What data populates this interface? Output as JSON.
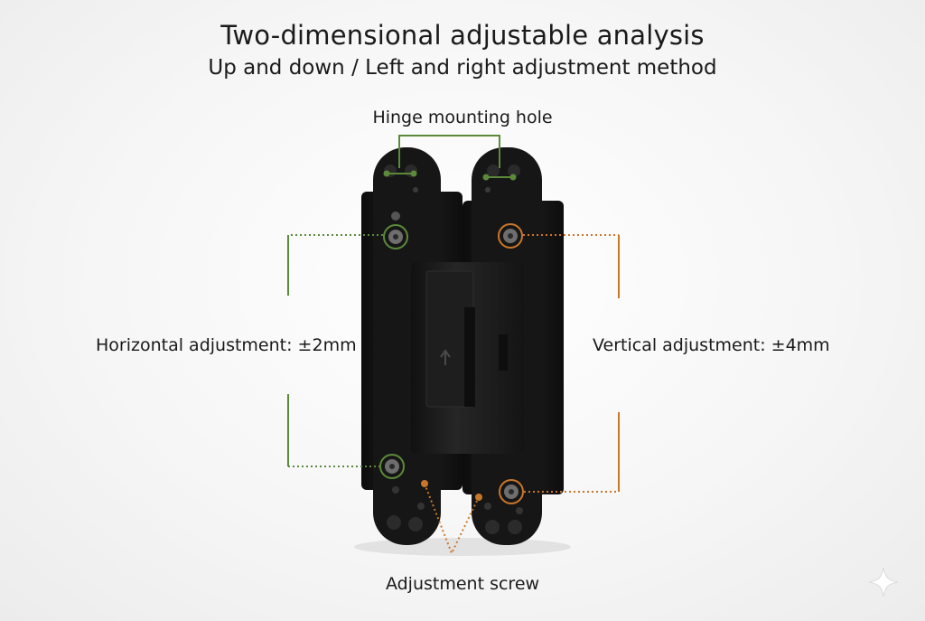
{
  "header": {
    "title": "Two-dimensional adjustable analysis",
    "subtitle": "Up and down / Left and right adjustment method"
  },
  "callouts": {
    "mounting_hole": "Hinge mounting hole",
    "horizontal": "Horizontal adjustment: ±2mm",
    "vertical": "Vertical adjustment: ±4mm",
    "screw": "Adjustment screw"
  },
  "colors": {
    "green": "#5b8a3a",
    "orange": "#c8772a",
    "hinge_body": "#141414"
  },
  "icons": {
    "arrow": "up-arrow-icon",
    "watermark": "sparkle-icon"
  }
}
